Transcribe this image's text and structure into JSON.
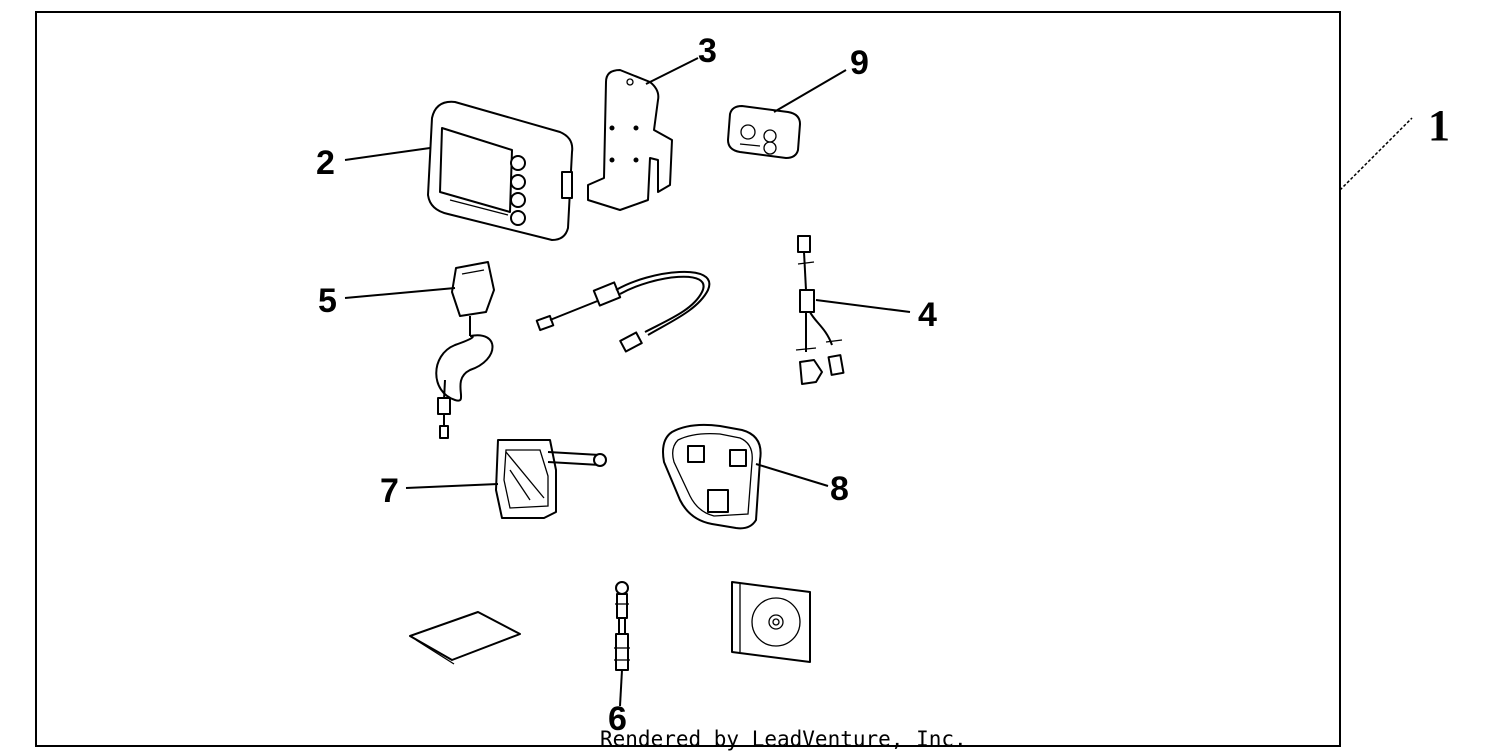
{
  "callouts": {
    "c1": "1",
    "c2": "2",
    "c3": "3",
    "c4": "4",
    "c5": "5",
    "c6": "6",
    "c7": "7",
    "c8": "8",
    "c9": "9"
  },
  "credit": "Rendered by LeadVenture, Inc.",
  "colors": {
    "line": "#000000",
    "background": "#ffffff"
  }
}
